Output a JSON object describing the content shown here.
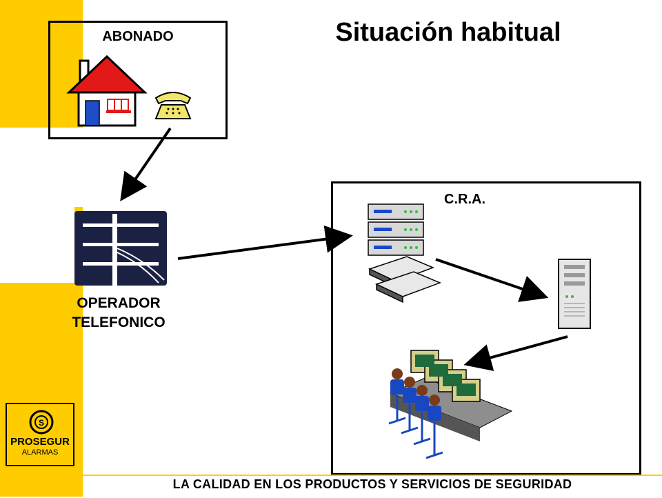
{
  "slide": {
    "title": "Situación habitual",
    "footer": "LA CALIDAD EN LOS PRODUCTOS Y SERVICIOS DE SEGURIDAD"
  },
  "abonado": {
    "label": "ABONADO",
    "icons": [
      "house-icon",
      "telephone-icon"
    ]
  },
  "operador": {
    "label_line1": "OPERADOR",
    "label_line2": "TELEFONICO",
    "icon": "telephone-pole-icon"
  },
  "cra": {
    "label": "C.R.A.",
    "icons": [
      "server-rack-icon",
      "tower-server-icon",
      "operators-workstations-icon"
    ]
  },
  "logo": {
    "name": "PROSEGUR",
    "sub": "ALARMAS"
  },
  "colors": {
    "brand_yellow": "#FFCC00",
    "house_red": "#E31919",
    "pole_navy": "#1B2143",
    "phone_yellow": "#F2E66A"
  }
}
